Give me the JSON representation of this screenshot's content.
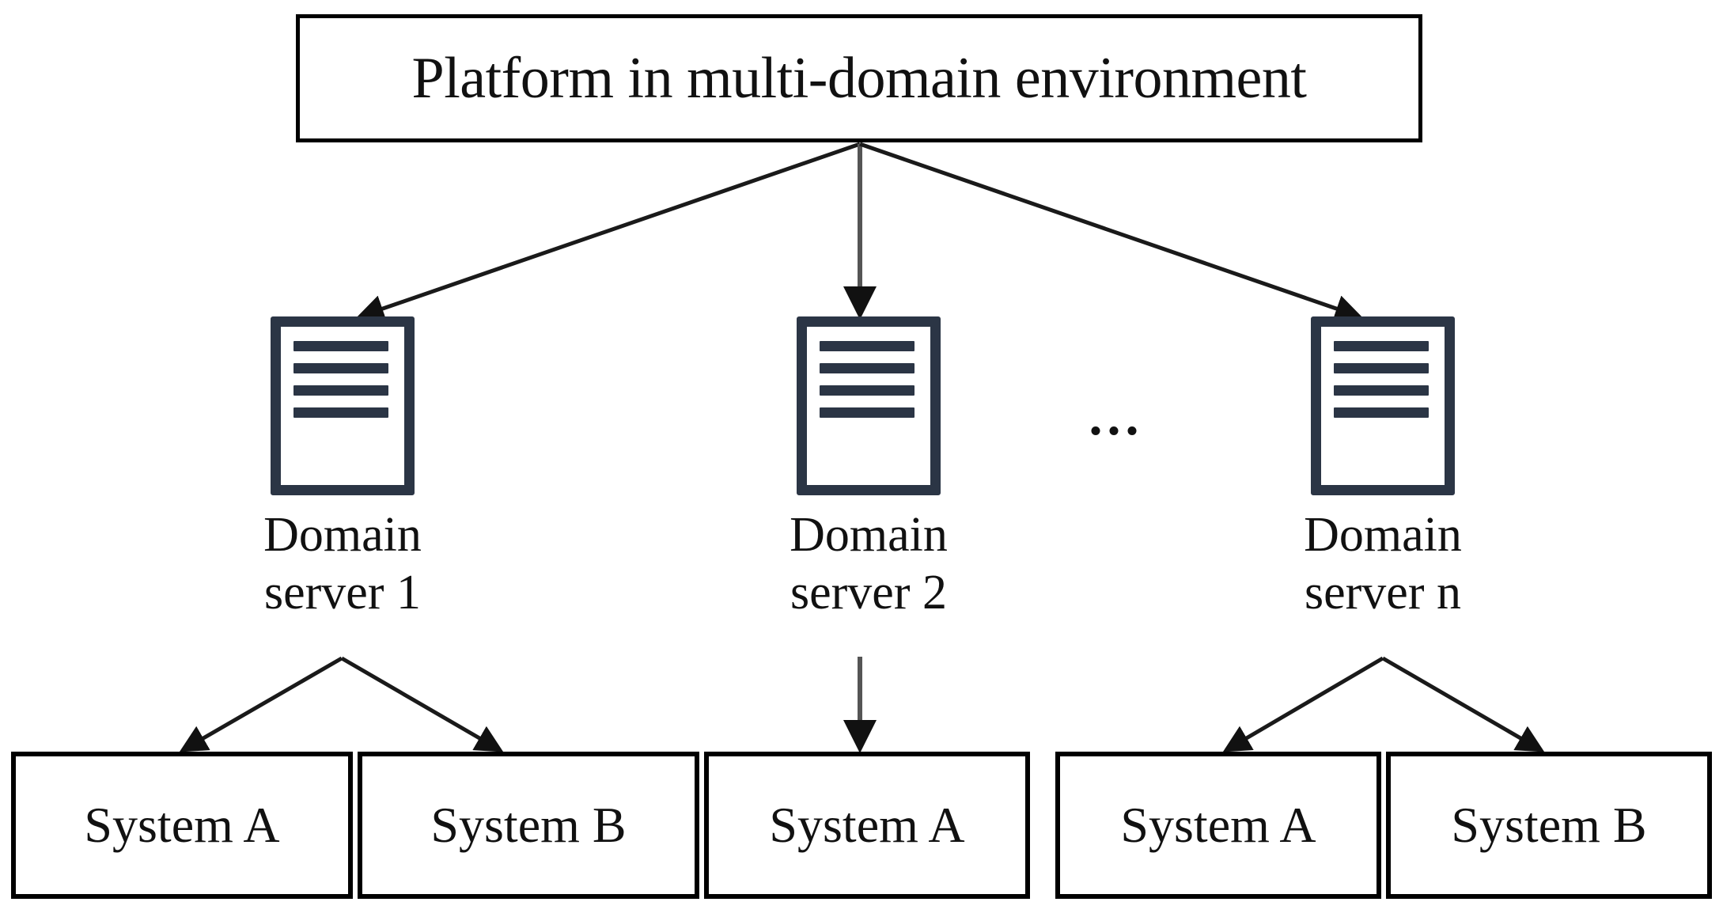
{
  "diagram": {
    "title": "Platform in multi-domain environment",
    "ellipsis": "...",
    "colors": {
      "server_icon": "#2b3545",
      "box_border": "#000000",
      "text": "#111111",
      "background": "#ffffff",
      "connector": "#1a1a1a"
    },
    "root": {
      "label": "Platform in multi-domain environment"
    },
    "servers": [
      {
        "id": "domain-server-1",
        "caption": "Domain\nserver 1",
        "line_count": 4
      },
      {
        "id": "domain-server-2",
        "caption": "Domain\nserver 2",
        "line_count": 4
      },
      {
        "id": "domain-server-n",
        "caption": "Domain\nserver n",
        "line_count": 4
      }
    ],
    "systems": [
      {
        "id": "system-1-a",
        "label": "System A",
        "parent": "domain-server-1"
      },
      {
        "id": "system-1-b",
        "label": "System B",
        "parent": "domain-server-1"
      },
      {
        "id": "system-2-a",
        "label": "System A",
        "parent": "domain-server-2"
      },
      {
        "id": "system-n-a",
        "label": "System A",
        "parent": "domain-server-n"
      },
      {
        "id": "system-n-b",
        "label": "System B",
        "parent": "domain-server-n"
      }
    ]
  }
}
